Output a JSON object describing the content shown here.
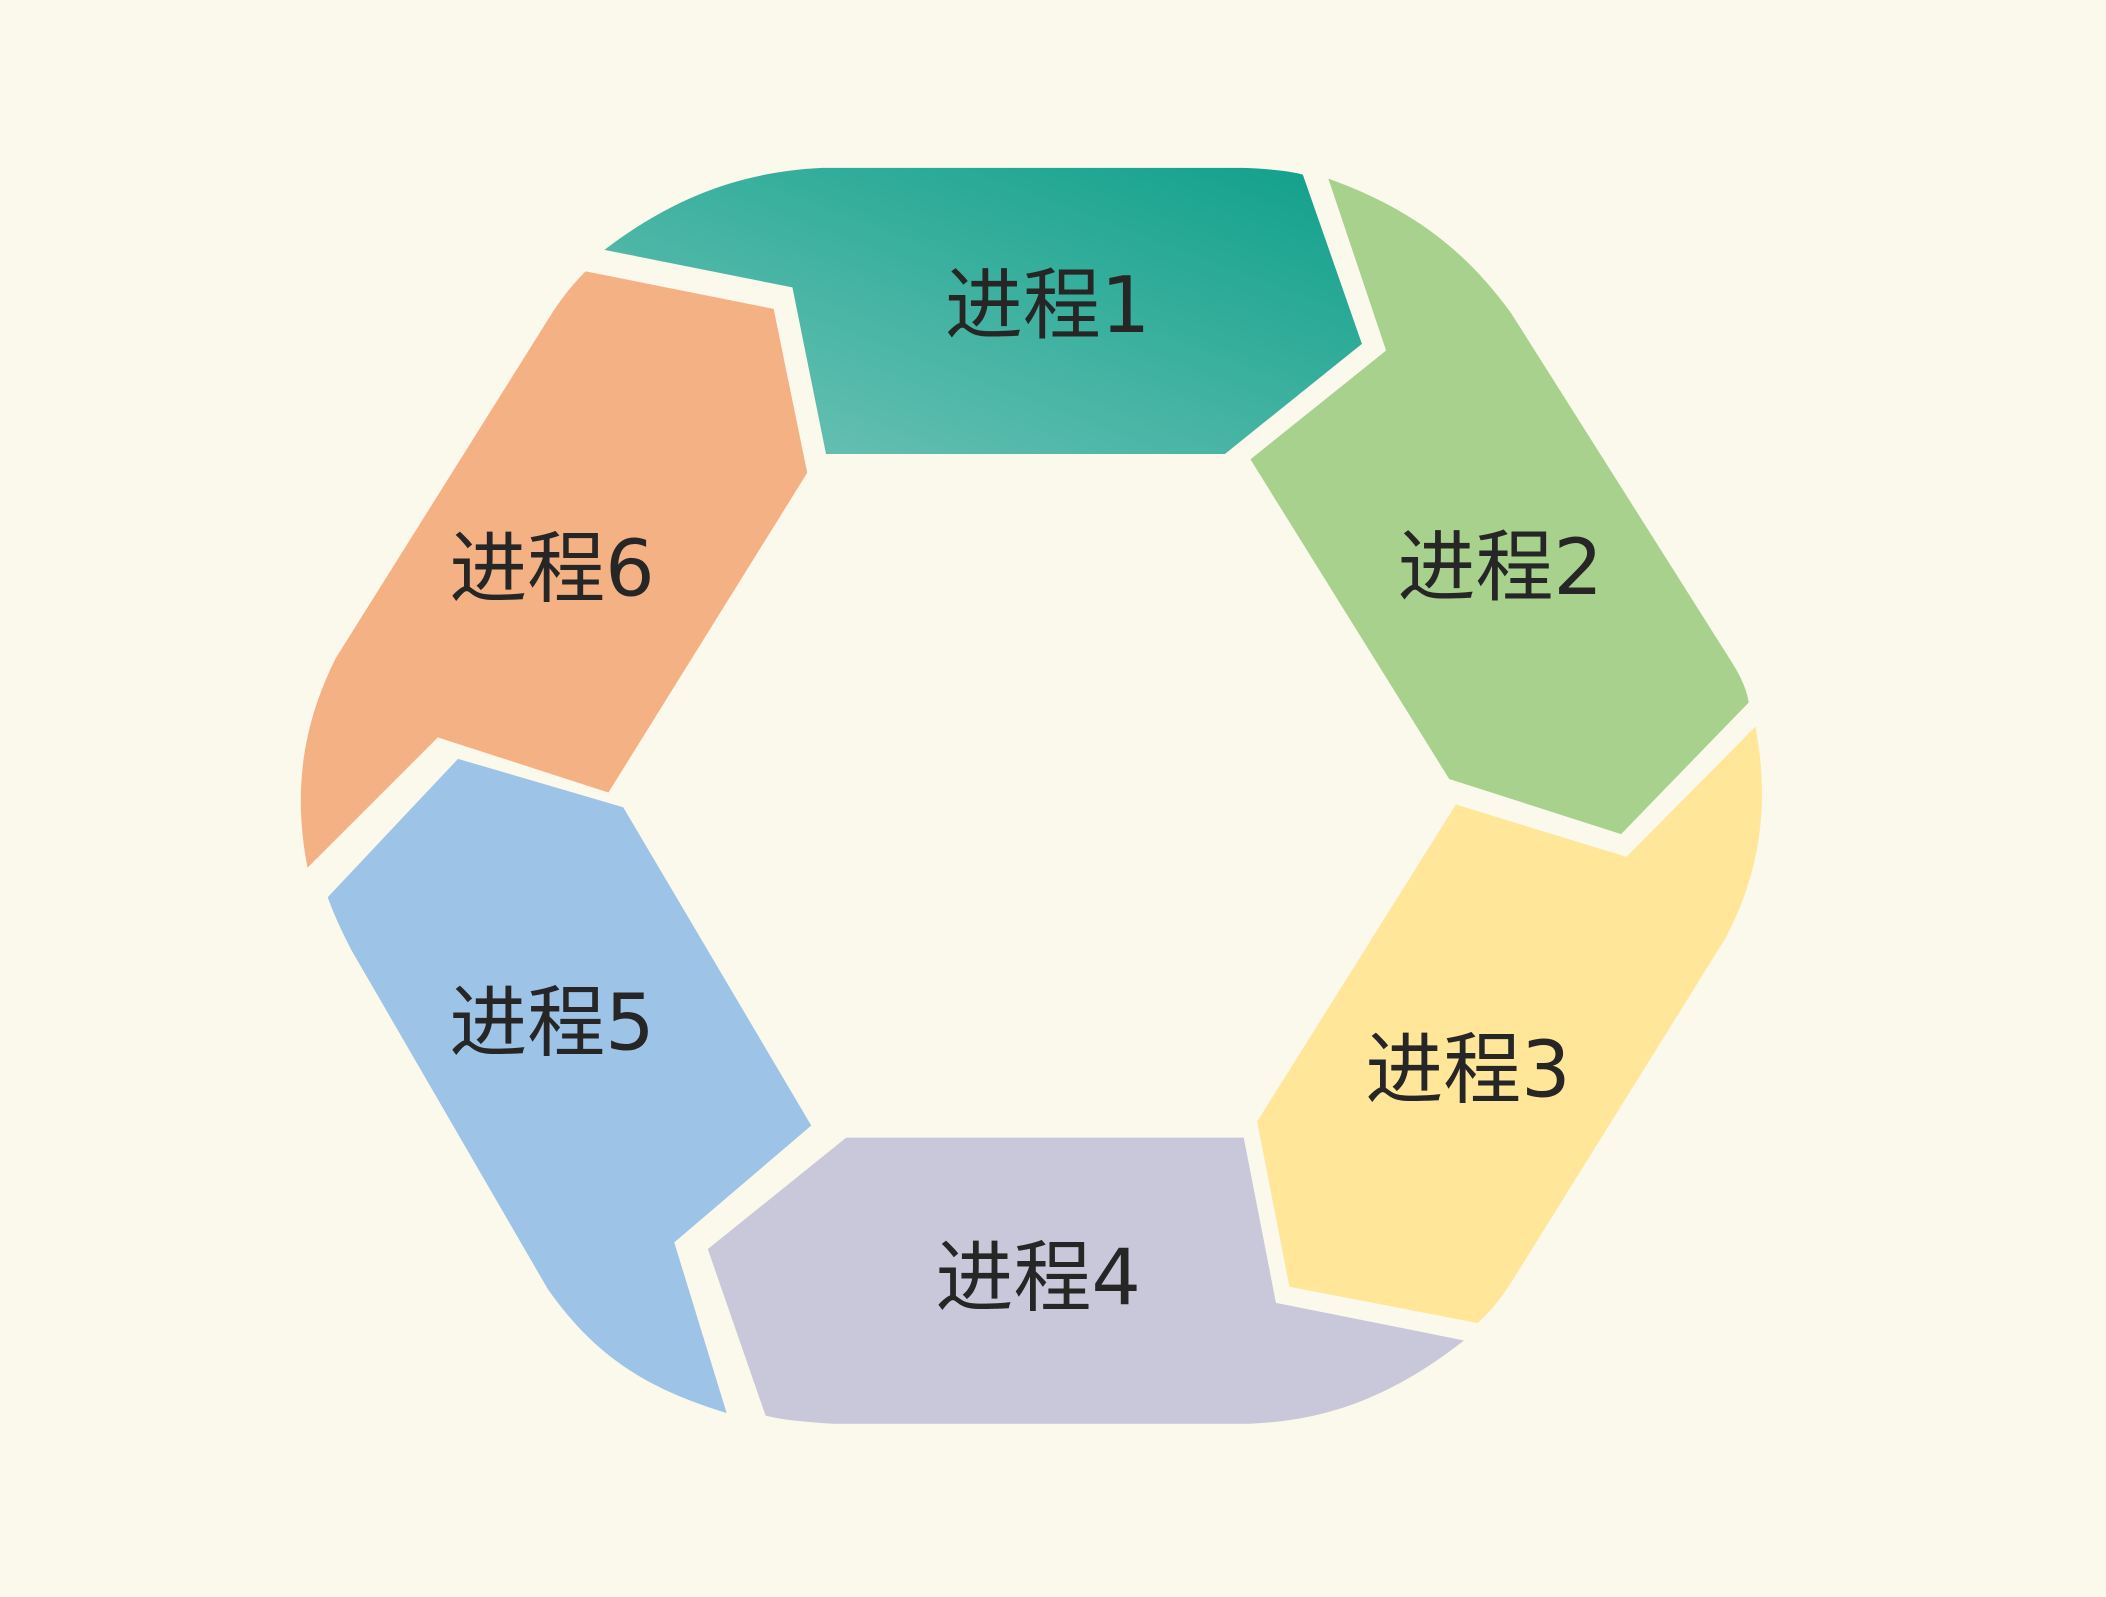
{
  "diagram": {
    "type": "cycle",
    "background": "#fbf8ec",
    "text_color": "#262626",
    "segments": [
      {
        "id": 1,
        "label": "进程1",
        "color": "#2aab98",
        "gradient": [
          "#12a08c",
          "#6cc2b4"
        ]
      },
      {
        "id": 2,
        "label": "进程2",
        "color": "#a9d18e"
      },
      {
        "id": 3,
        "label": "进程3",
        "color": "#ffe699"
      },
      {
        "id": 4,
        "label": "进程4",
        "color": "#c8c8da"
      },
      {
        "id": 5,
        "label": "进程5",
        "color": "#9dc3e6"
      },
      {
        "id": 6,
        "label": "进程6",
        "color": "#f4b183"
      }
    ]
  }
}
